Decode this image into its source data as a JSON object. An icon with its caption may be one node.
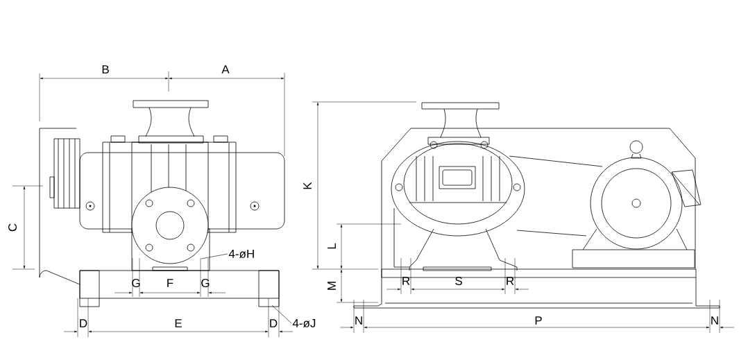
{
  "diagram": {
    "nodes": [
      {
        "text": [
          "4-øH"
        ]
      },
      {
        "text": [
          "4-øJ"
        ]
      }
    ],
    "edges": [
      {
        "from": 0,
        "to": null,
        "arrow": "none"
      },
      {
        "from": 1,
        "to": null,
        "arrow": "none"
      }
    ],
    "labels": [
      "B",
      "A",
      "C",
      "G",
      "F",
      "G",
      "D",
      "E",
      "D",
      "K",
      "L",
      "M",
      "R",
      "S",
      "R",
      "N",
      "P",
      "N"
    ]
  }
}
